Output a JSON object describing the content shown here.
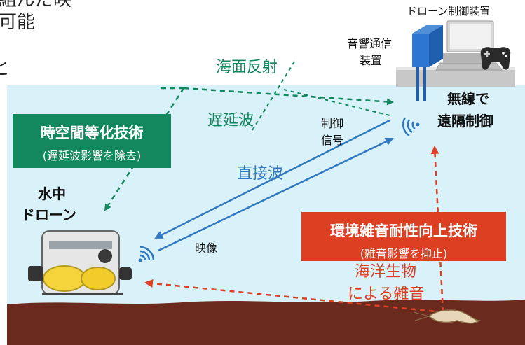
{
  "top_left_fragment_line1": "組んだ映",
  "top_left_fragment_line2": "可能",
  "top_left_fragment_line3": "と",
  "control_device_label": "ドローン制御装置",
  "acoustic_device_label_line1": "音響通信",
  "acoustic_device_label_line2": "装置",
  "surface_reflection_label": "海面反射",
  "delayed_wave_label": "遅延波",
  "direct_wave_label": "直接波",
  "control_signal_line1": "制御",
  "control_signal_line2": "信号",
  "video_label": "映像",
  "wireless_control_line1": "無線で",
  "wireless_control_line2": "遠隔制御",
  "underwater_drone_line1": "水中",
  "underwater_drone_line2": "ドローン",
  "spatiotemporal_tech_title": "時空間等化技術",
  "spatiotemporal_tech_sub": "(遅延波影響を除去)",
  "noise_tech_title": "環境雑音耐性向上技術",
  "noise_tech_sub": "(雑音影響を抑止)",
  "marine_noise_line1": "海洋生物",
  "marine_noise_line2": "による雑音",
  "colors": {
    "sea": "#d9f1f8",
    "seabed": "#6b2a1e",
    "green": "#13875e",
    "blue": "#2f78c0",
    "red": "#dd3f22"
  }
}
